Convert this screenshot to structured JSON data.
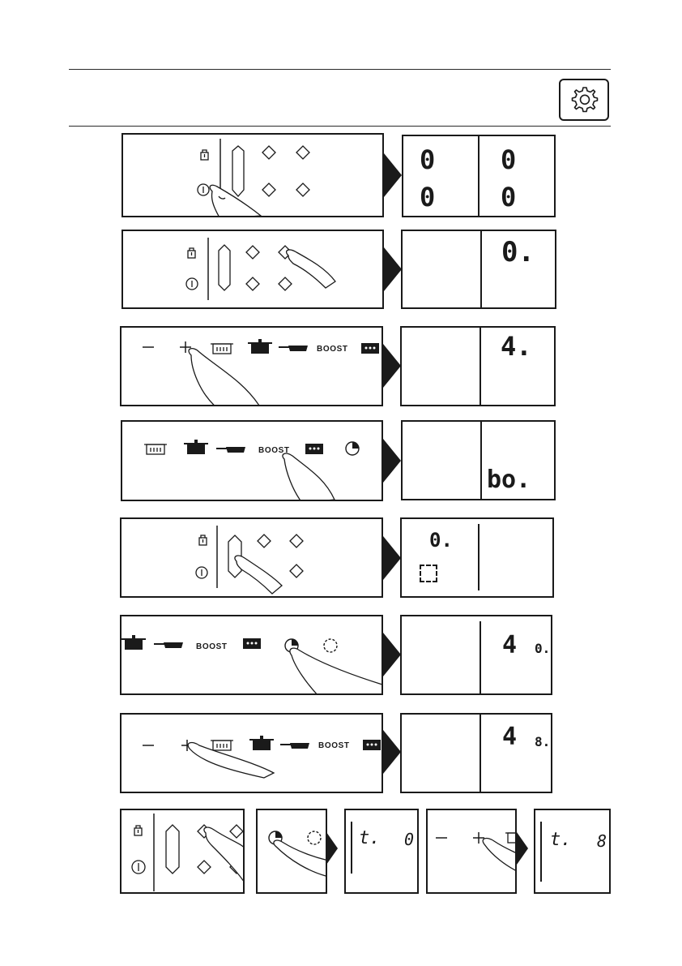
{
  "header": {
    "icon": "gear-icon"
  },
  "labels": {
    "boost": "BOOST"
  },
  "steps": {
    "s1": {
      "display": [
        "0",
        "0",
        "0",
        "0"
      ]
    },
    "s2": {
      "display": "0."
    },
    "s3": {
      "display": "4."
    },
    "s4": {
      "display": "bo."
    },
    "s5": {
      "display": "0."
    },
    "s6": {
      "level": "4",
      "timer": "0."
    },
    "s7": {
      "level": "4",
      "timer": "8."
    },
    "s8": {
      "display1_t": "t.",
      "display1_v": "0",
      "display2_t": "t.",
      "display2_v": "8"
    }
  },
  "colors": {
    "line": "#1a1a1a"
  }
}
